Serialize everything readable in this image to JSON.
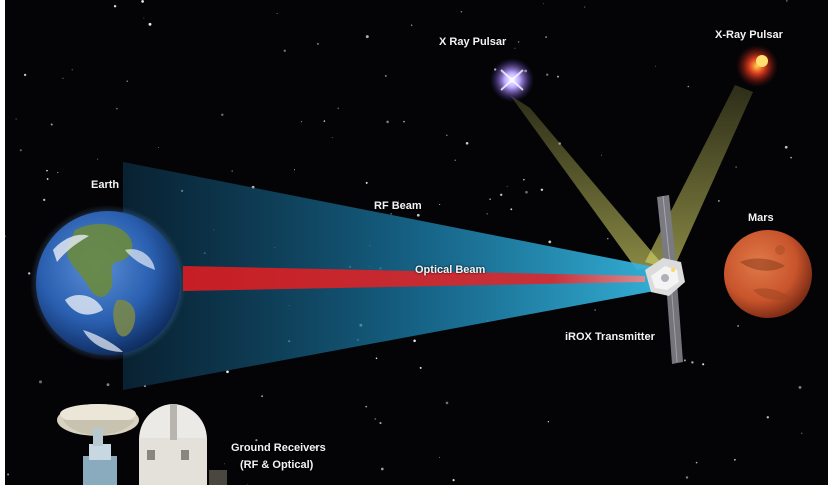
{
  "labels": {
    "pulsar_left": "X Ray Pulsar",
    "pulsar_right": "X-Ray Pulsar",
    "earth": "Earth",
    "rf_beam": "RF Beam",
    "optical_beam": "Optical Beam",
    "mars": "Mars",
    "transmitter": "iROX Transmitter",
    "ground_line1": "Ground Receivers",
    "ground_line2": "(RF & Optical)"
  },
  "colors": {
    "space": "#040406",
    "rf_beam": "#1f8fb8",
    "optical_beam": "#c8282a",
    "pulsar_cone": "#c8c860",
    "pulsar_left": "#8a72e0",
    "pulsar_right": "#e04020",
    "mars": "#c8542c",
    "earth_ocean": "#2a5fb0"
  },
  "icons": [
    "earth-icon",
    "mars-icon",
    "spacecraft-icon",
    "radio-dish-icon",
    "observatory-dome-icon",
    "x-ray-pulsar-icon"
  ]
}
